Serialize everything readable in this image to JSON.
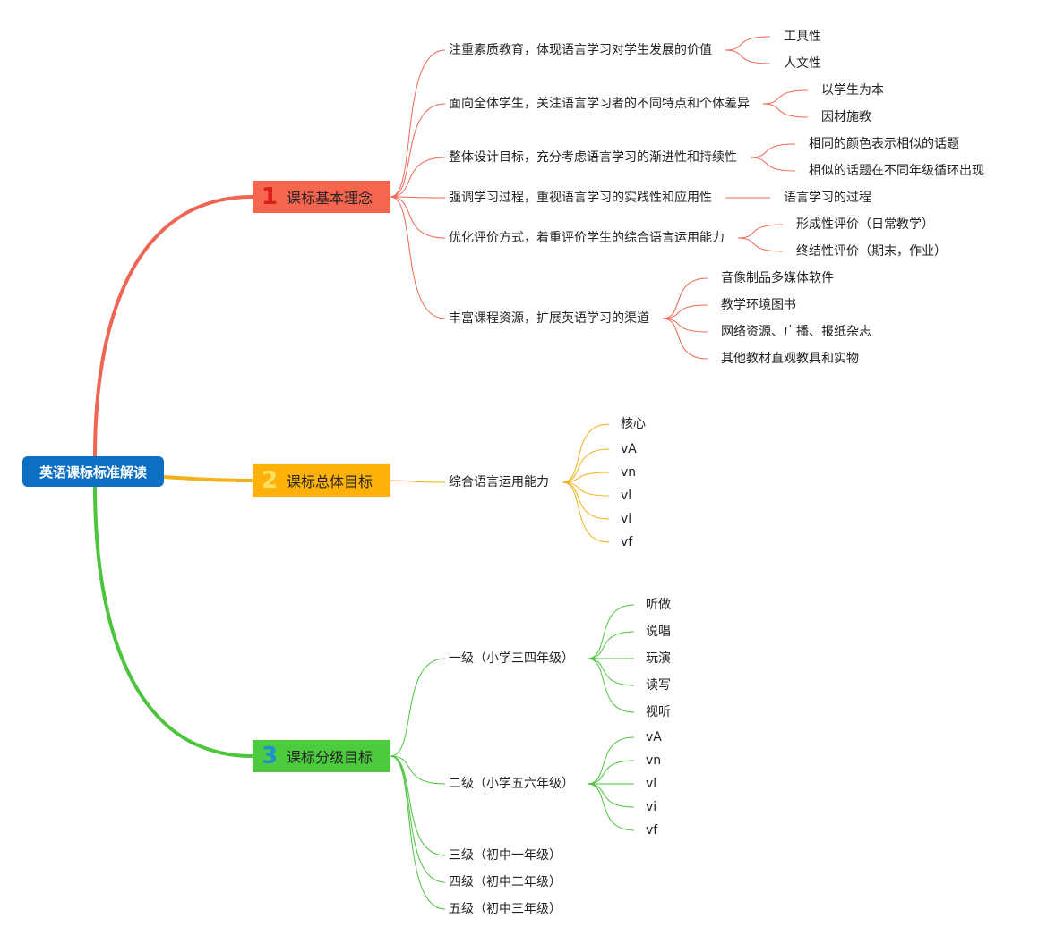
{
  "root": {
    "label": "英语课标标准解读",
    "color": "#0b6fc3"
  },
  "branches": [
    {
      "number": "1",
      "label": "课标基本理念",
      "color": "#ef6553",
      "box_color": "#f8654f",
      "number_color": "#d81e1e",
      "items": [
        {
          "label": "注重素质教育，体现语言学习对学生发展的价值",
          "children": [
            "工具性",
            "人文性"
          ]
        },
        {
          "label": "面向全体学生，关注语言学习者的不同特点和个体差异",
          "children": [
            "以学生为本",
            "因材施教"
          ]
        },
        {
          "label": "整体设计目标，充分考虑语言学习的渐进性和持续性",
          "children": [
            "相同的颜色表示相似的话题",
            "相似的话题在不同年级循环出现"
          ]
        },
        {
          "label": "强调学习过程，重视语言学习的实践性和应用性",
          "children": [
            "语言学习的过程"
          ]
        },
        {
          "label": "优化评价方式，着重评价学生的综合语言运用能力",
          "children": [
            "形成性评价（日常教学）",
            "终结性评价（期末，作业）"
          ]
        },
        {
          "label": "丰富课程资源，扩展英语学习的渠道",
          "children": [
            "音像制品多媒体软件",
            "教学环境图书",
            "网络资源、广播、报纸杂志",
            "其他教材直观教具和实物"
          ]
        }
      ]
    },
    {
      "number": "2",
      "label": "课标总体目标",
      "color": "#f3b21c",
      "box_color": "#fdb109",
      "number_color": "#fde061",
      "items": [
        {
          "label": "综合语言运用能力",
          "children": [
            "核心",
            "vA",
            "vn",
            "vl",
            "vi",
            "vf"
          ]
        }
      ]
    },
    {
      "number": "3",
      "label": "课标分级目标",
      "color": "#4cc43c",
      "box_color": "#4ccb3e",
      "number_color": "#1d8fd3",
      "items": [
        {
          "label": "一级（小学三四年级）",
          "children": [
            "听做",
            "说唱",
            "玩演",
            "读写",
            "视听"
          ]
        },
        {
          "label": "二级（小学五六年级）",
          "children": [
            "vA",
            "vn",
            "vl",
            "vi",
            "vf"
          ]
        },
        {
          "label": "三级（初中一年级）",
          "children": []
        },
        {
          "label": "四级（初中二年级）",
          "children": []
        },
        {
          "label": "五级（初中三年级）",
          "children": []
        }
      ]
    }
  ]
}
